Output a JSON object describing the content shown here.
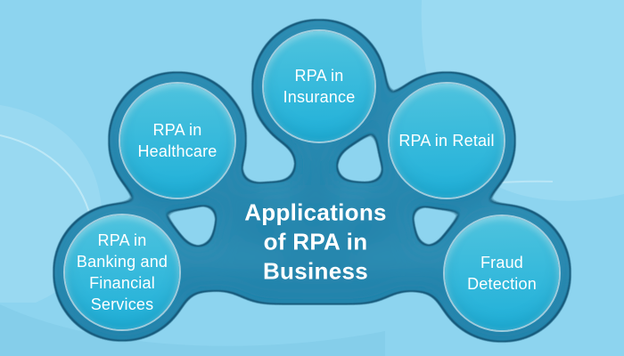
{
  "title": "Applications of RPA in Business",
  "center": {
    "label": "Applications\nof RPA in\nBusiness"
  },
  "nodes": [
    {
      "id": "insurance",
      "label": "RPA in\nInsurance"
    },
    {
      "id": "healthcare",
      "label": "RPA in\nHealthcare"
    },
    {
      "id": "retail",
      "label": "RPA in Retail"
    },
    {
      "id": "banking",
      "label": "RPA in\nBanking and\nFinancial\nServices"
    },
    {
      "id": "fraud",
      "label": "Fraud\nDetection"
    }
  ],
  "colors": {
    "background": "#8dd4ef",
    "decor_light": "#a6def4",
    "decor_line": "#c6ebf8",
    "decor_dark": "#7cc8e5",
    "blob": "#2383ab",
    "blob_light": "#2e8db3",
    "blob_outline": "#155a7b",
    "circle_top": "#4fc3de",
    "circle_bottom": "#1fb0d9",
    "text": "#ffffff"
  }
}
